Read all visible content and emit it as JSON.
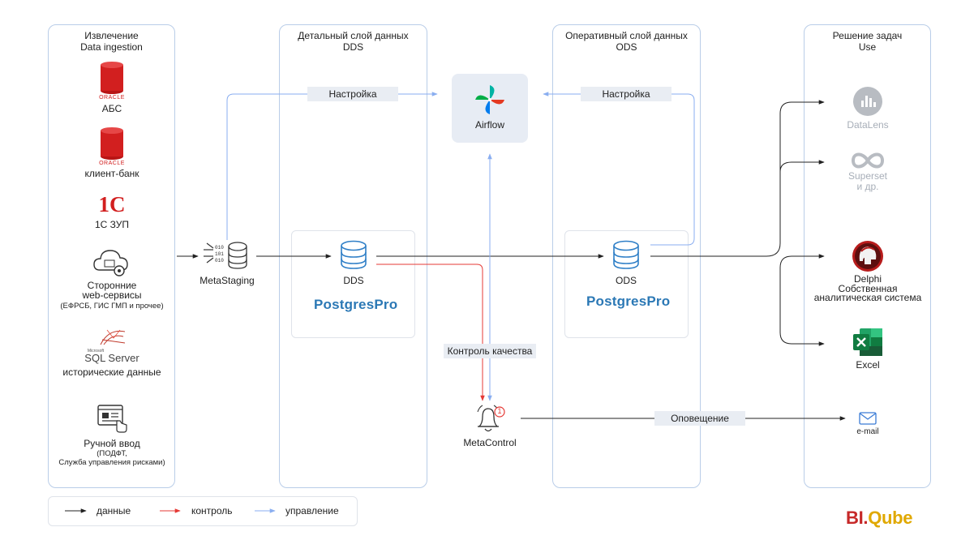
{
  "panels": {
    "ingestion": {
      "title_ru": "Извлечение",
      "title_en": "Data ingestion"
    },
    "dds": {
      "title_ru": "Детальный слой данных",
      "title_en": "DDS"
    },
    "ods": {
      "title_ru": "Оперативный слой данных",
      "title_en": "ODS"
    },
    "use": {
      "title_ru": "Решение задач",
      "title_en": "Use"
    }
  },
  "sources": {
    "abs": {
      "logo": "ORACLE",
      "label": "АБС"
    },
    "client_bank": {
      "logo": "ORACLE",
      "label": "клиент-банк"
    },
    "onec": {
      "logo": "1C",
      "label": "1С ЗУП"
    },
    "web": {
      "label1": "Сторонние",
      "label2": "web-сервисы",
      "note": "(ЕФРСБ, ГИС ГМП и прочее)"
    },
    "sql": {
      "logo_small": "Microsoft",
      "logo": "SQL Server",
      "label": "исторические данные"
    },
    "manual": {
      "label": "Ручной ввод",
      "note1": "(ПОДФТ,",
      "note2": "Служба управления рисками)"
    }
  },
  "nodes": {
    "metastaging": "MetaStaging",
    "dds": "DDS",
    "ods": "ODS",
    "airflow": "Airflow",
    "metacontrol": "MetaControl",
    "metacontrol_badge": "1",
    "postgres_brand": "PostgresPro"
  },
  "pills": {
    "setup_left": "Настройка",
    "setup_right": "Настройка",
    "quality": "Контроль качества",
    "notify": "Оповещение"
  },
  "tools": {
    "datalens": "DataLens",
    "superset1": "Superset",
    "superset2": "и др.",
    "delphi1": "Delphi",
    "delphi2": "Собственная",
    "delphi3": "аналитическая система",
    "excel": "Excel",
    "email": "e-mail"
  },
  "legend": {
    "data": "данные",
    "control": "контроль",
    "management": "управление"
  },
  "brand": {
    "part1": "BI.",
    "part2": "Qube"
  },
  "colors": {
    "data": "#222222",
    "control": "#e53935",
    "management": "#8aaef0",
    "panel_border": "#b9cde8",
    "oracle_red": "#d21f1f",
    "postgres_blue": "#2b78b5",
    "brand_red": "#c62828",
    "brand_gold": "#e0a800"
  }
}
